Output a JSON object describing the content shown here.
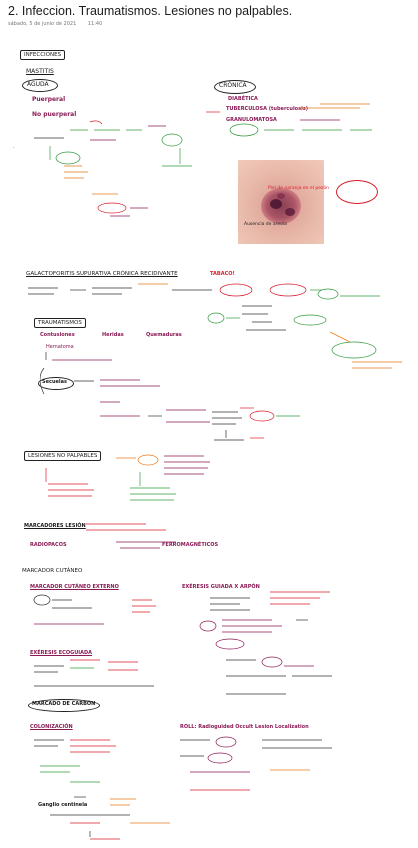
{
  "header": {
    "title": "2. Infeccion. Traumatismos. Lesiones no palpables.",
    "date": "sábado, 5 de junio de 2021",
    "time": "11:40"
  },
  "notes": {
    "infecciones": "INFECCIONES",
    "mastitis": "MASTITIS",
    "aguda": "AGUDA",
    "cronica": "CRÓNICA",
    "puerperal": "Puerperal",
    "no_puerperal": "No puerperal",
    "diabetica": "DIABÉTICA",
    "tuberculosa": "TUBERCULOSA (tuberculosis)",
    "granulomatosa": "GRANULOMATOSA",
    "galactoforitis": "GALACTOFORITIS SUPURATIVA CRÓNICA RECIDIVANTE",
    "tabaco": "TABACO!",
    "traumatismos": "TRAUMATISMOS",
    "contusiones": "Contusiones",
    "heridas": "Heridas",
    "quemaduras": "Quemaduras",
    "hematoma": "Hematoma",
    "secuelas": "Secuelas",
    "lesiones_no_palpables": "LESIONES NO PALPABLES",
    "marcadores": "MARCADORES LESIÓN",
    "radiopacos": "RADIOPACOS",
    "ferromagneticos": "FERROMAGNÉTICOS",
    "marcador_cutaneo": "MARCADOR CUTÁNEO",
    "marcador_cutaneo_externo": "MARCADOR CUTÁNEO EXTERNO",
    "exeresis_guiada": "EXÉRESIS GUIADA X ARPÓN",
    "exeresis_ecoguiada": "EXÉRESIS ECOGUIADA",
    "marcado_carbon": "MARCADO DE CARBÓN",
    "colonizacion": "COLONIZACIÓN",
    "roll": "ROLL: Radioguided Occult Lesion Localization",
    "ganglio": "Ganglio centinela",
    "photo_label_1": "Piel de naranja en el pezón",
    "photo_label_2": "Ausencia de areola"
  },
  "colors": {
    "purple": "#8a1a55",
    "red": "#d81c2a",
    "orange": "#e87a1a",
    "green": "#2e9a3a",
    "black": "#1a1a1a"
  }
}
